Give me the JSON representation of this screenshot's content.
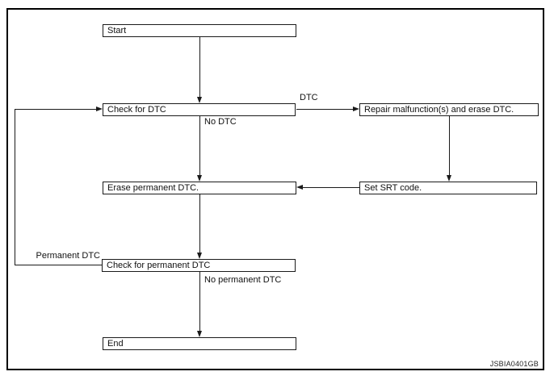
{
  "diagram": {
    "type": "flowchart",
    "watermark": "JSBIA0401GB",
    "nodes": {
      "start": "Start",
      "check_dtc": "Check for DTC",
      "repair": "Repair malfunction(s) and erase DTC.",
      "erase_permanent": "Erase permanent DTC.",
      "set_srt": "Set SRT code.",
      "check_permanent": "Check for permanent DTC",
      "end": "End"
    },
    "edge_labels": {
      "dtc": "DTC",
      "no_dtc": "No DTC",
      "permanent_dtc": "Permanent DTC",
      "no_permanent_dtc": "No permanent DTC"
    },
    "edges": [
      {
        "from": "start",
        "to": "check_dtc",
        "label": ""
      },
      {
        "from": "check_dtc",
        "to": "repair",
        "label": "DTC"
      },
      {
        "from": "check_dtc",
        "to": "erase_permanent",
        "label": "No DTC"
      },
      {
        "from": "repair",
        "to": "set_srt",
        "label": ""
      },
      {
        "from": "set_srt",
        "to": "erase_permanent",
        "label": ""
      },
      {
        "from": "erase_permanent",
        "to": "check_permanent",
        "label": ""
      },
      {
        "from": "check_permanent",
        "to": "check_dtc",
        "label": "Permanent DTC"
      },
      {
        "from": "check_permanent",
        "to": "end",
        "label": "No permanent DTC"
      }
    ],
    "colors": {
      "line": "#1a1a1a",
      "background": "#ffffff",
      "text": "#111111"
    }
  }
}
